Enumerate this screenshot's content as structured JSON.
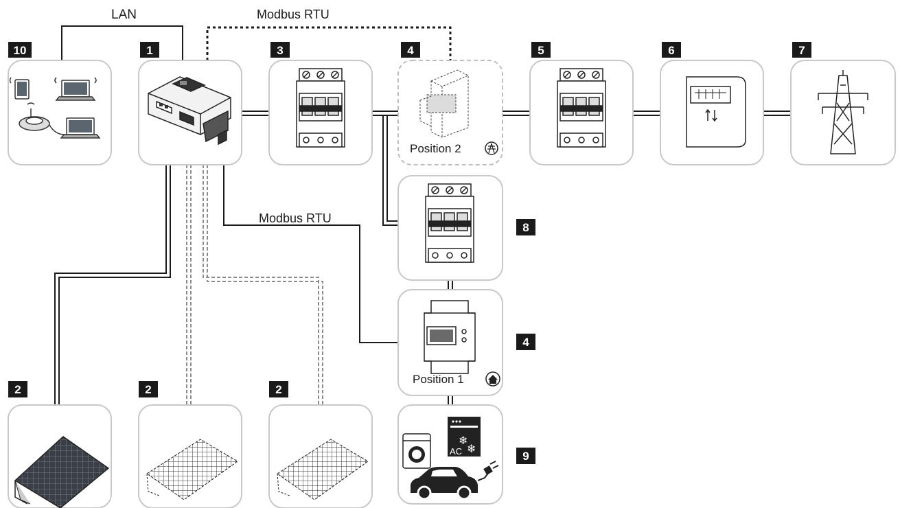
{
  "labels": {
    "lan": "LAN",
    "modbus_top": "Modbus RTU",
    "modbus_mid": "Modbus RTU",
    "position2": "Position 2",
    "position1": "Position 1",
    "ac": "AC"
  },
  "badges": {
    "devices": "10",
    "inverter": "1",
    "breaker_house": "3",
    "meter_pos2": "4",
    "breaker_grid": "5",
    "utility_meter": "6",
    "grid": "7",
    "breaker_loads": "8",
    "meter_pos1": "4",
    "loads": "9",
    "pv_1": "2",
    "pv_2": "2",
    "pv_3": "2"
  },
  "icons": {
    "devices": "network-devices-icon",
    "inverter": "inverter-icon",
    "breaker": "circuit-breaker-icon",
    "meter": "energy-meter-icon",
    "utility_meter": "utility-meter-icon",
    "grid": "power-pylon-icon",
    "loads": "household-loads-icon",
    "pv": "solar-panel-icon"
  },
  "colors": {
    "box_border": "#c8c8c8",
    "badge_bg": "#1a1a1a",
    "line": "#1a1a1a",
    "dashed_line": "#9a9a9a"
  }
}
